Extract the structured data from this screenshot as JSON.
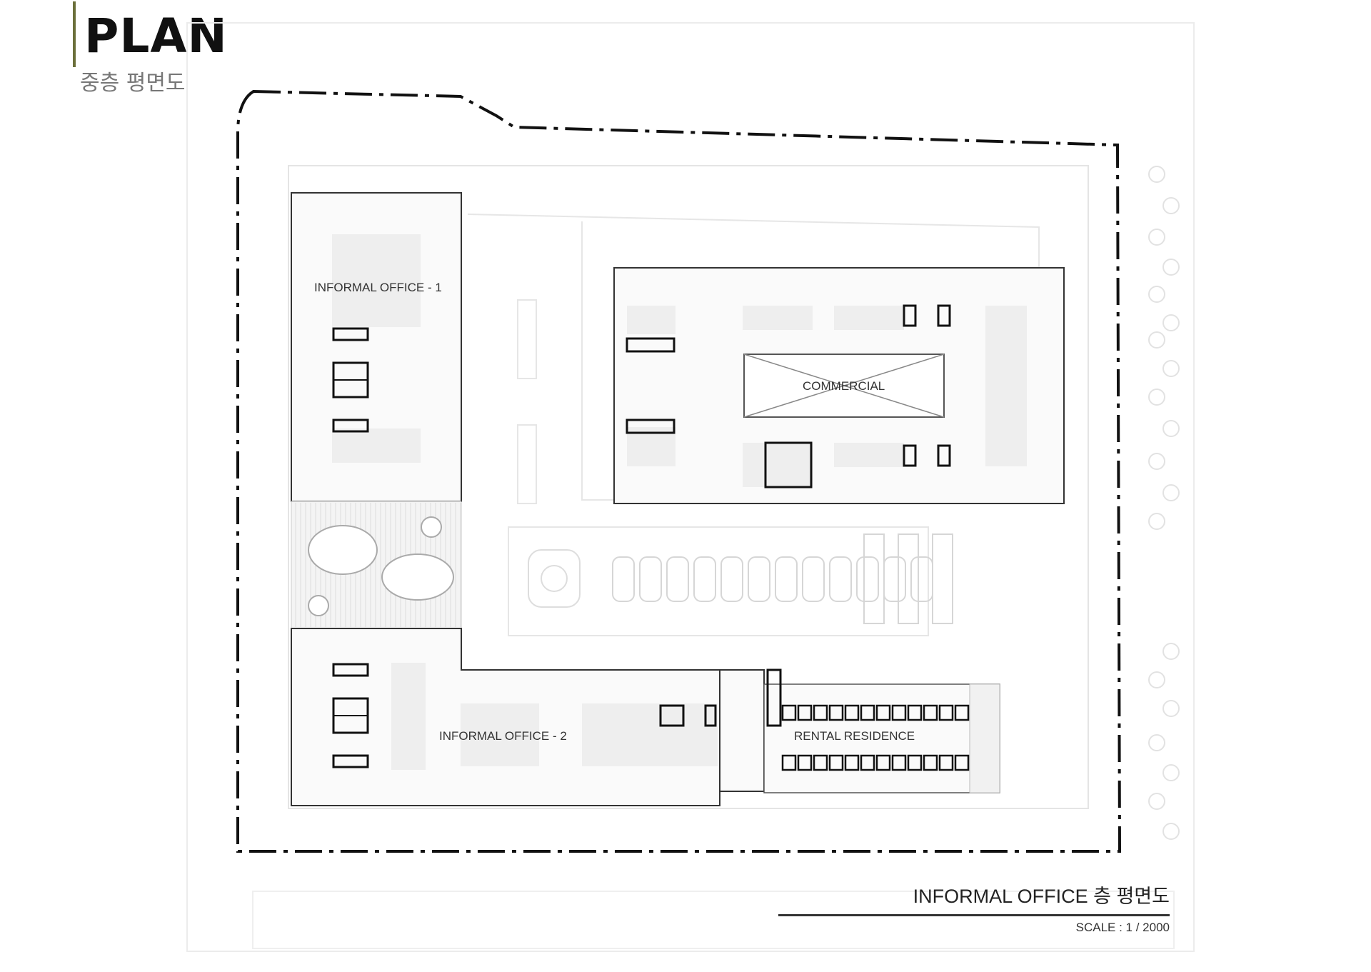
{
  "header": {
    "title": "PLAN",
    "subtitle": "중층 평면도"
  },
  "drawing": {
    "labels": {
      "office1": "INFORMAL OFFICE - 1",
      "office2": "INFORMAL OFFICE - 2",
      "commercial": "COMMERCIAL",
      "residence": "RENTAL RESIDENCE"
    }
  },
  "footer": {
    "caption": "INFORMAL OFFICE 층 평면도",
    "scale": "SCALE : 1 / 2000"
  },
  "colors": {
    "accent": "#6b6f3a",
    "line": "#222222",
    "light_fill": "#eeeeee"
  }
}
